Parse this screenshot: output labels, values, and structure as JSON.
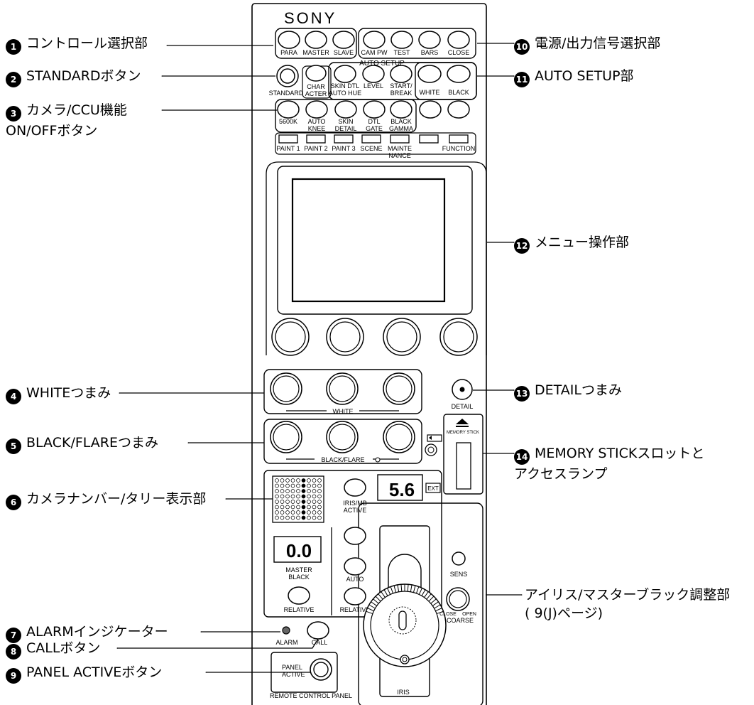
{
  "panel": {
    "brand": "SONY",
    "top_buttons": [
      "PARA",
      "MASTER",
      "SLAVE"
    ],
    "power_buttons": [
      "CAM PW",
      "TEST",
      "BARS",
      "CLOSE"
    ],
    "auto_setup_title": "AUTO SETUP",
    "standard_button": "STANDARD",
    "char_label": [
      "CHAR",
      "ACTER"
    ],
    "auto_setup_buttons": [
      [
        "SKIN DTL",
        "AUTO HUE"
      ],
      [
        "LEVEL"
      ],
      [
        "START/",
        "BREAK"
      ]
    ],
    "white_button": "WHITE",
    "black_button": "BLACK",
    "func_buttons": [
      [
        "5600K"
      ],
      [
        "AUTO",
        "KNEE"
      ],
      [
        "SKIN",
        "DETAIL"
      ],
      [
        "DTL",
        "GATE"
      ],
      [
        "BLACK",
        "GAMMA"
      ]
    ],
    "menu_tabs": [
      [
        "PAINT 1"
      ],
      [
        "PAINT 2"
      ],
      [
        "PAINT 3"
      ],
      [
        "SCENE"
      ],
      [
        "MAINTE",
        "NANCE"
      ],
      [
        ""
      ],
      [
        "FUNCTION"
      ]
    ],
    "white_group_label": "WHITE",
    "black_flare_label": "BLACK/FLARE",
    "detail_label": "DETAIL",
    "memory_stick_label": "MEMORY STICK",
    "iris_display": "5.6",
    "ext_badge": "EXT",
    "iris_mb_active": [
      "IRIS/MB",
      "ACTIVE"
    ],
    "master_black_display": "0.0",
    "master_black_label": [
      "MASTER",
      "BLACK"
    ],
    "relative_label": "RELATIVE",
    "auto_label": "AUTO",
    "sens_label": "SENS",
    "close_label": "CLOSE",
    "open_label": "OPEN",
    "coarse_label": "COARSE",
    "iris_label": "IRIS",
    "alarm_label": "ALARM",
    "call_label": "CALL",
    "panel_active_label": [
      "PANEL",
      "ACTIVE"
    ],
    "remote_control_panel": "REMOTE CONTROL PANEL"
  },
  "callouts": [
    {
      "num": "1",
      "lines": [
        "コントロール選択部"
      ]
    },
    {
      "num": "2",
      "lines": [
        "STANDARDボタン"
      ]
    },
    {
      "num": "3",
      "lines": [
        "カメラ/CCU機能",
        "ON/OFFボタン"
      ]
    },
    {
      "num": "4",
      "lines": [
        "WHITEつまみ"
      ]
    },
    {
      "num": "5",
      "lines": [
        "BLACK/FLAREつまみ"
      ]
    },
    {
      "num": "6",
      "lines": [
        "カメラナンバー/タリー表示部"
      ]
    },
    {
      "num": "7",
      "lines": [
        "ALARMインジケーター"
      ]
    },
    {
      "num": "8",
      "lines": [
        "CALLボタン"
      ]
    },
    {
      "num": "9",
      "lines": [
        "PANEL ACTIVEボタン"
      ]
    },
    {
      "num": "10",
      "lines": [
        "電源/出力信号選択部"
      ]
    },
    {
      "num": "11",
      "lines": [
        "AUTO SETUP部"
      ]
    },
    {
      "num": "12",
      "lines": [
        "メニュー操作部"
      ]
    },
    {
      "num": "13",
      "lines": [
        "DETAILつまみ"
      ]
    },
    {
      "num": "14",
      "lines": [
        "MEMORY STICKスロットと",
        "アクセスランプ"
      ]
    },
    {
      "num": "",
      "lines": [
        "アイリス/マスターブラック調整部",
        "( 9(J)ページ)"
      ]
    }
  ]
}
